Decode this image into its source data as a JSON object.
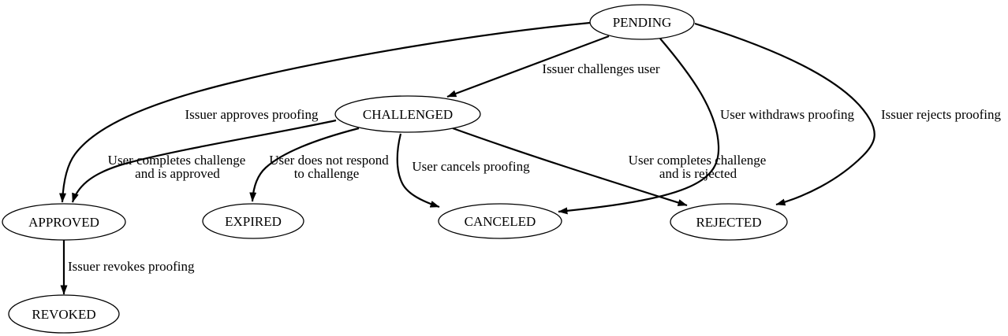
{
  "diagram": {
    "type": "state-machine",
    "background_color": "#ffffff",
    "line_color": "#000000",
    "text_color": "#000000",
    "nodes": {
      "pending": {
        "label": "PENDING"
      },
      "challenged": {
        "label": "CHALLENGED"
      },
      "approved": {
        "label": "APPROVED"
      },
      "expired": {
        "label": "EXPIRED"
      },
      "canceled": {
        "label": "CANCELED"
      },
      "rejected": {
        "label": "REJECTED"
      },
      "revoked": {
        "label": "REVOKED"
      }
    },
    "edges": {
      "pending_to_challenged": {
        "from": "PENDING",
        "to": "CHALLENGED",
        "label": "Issuer challenges user"
      },
      "pending_to_approved": {
        "from": "PENDING",
        "to": "APPROVED",
        "label": "Issuer approves proofing"
      },
      "pending_to_canceled": {
        "from": "PENDING",
        "to": "CANCELED",
        "label": "User withdraws proofing"
      },
      "pending_to_rejected": {
        "from": "PENDING",
        "to": "REJECTED",
        "label": "Issuer rejects proofing"
      },
      "challenged_to_approved": {
        "from": "CHALLENGED",
        "to": "APPROVED",
        "label_line1": "User completes challenge",
        "label_line2": "and is approved"
      },
      "challenged_to_expired": {
        "from": "CHALLENGED",
        "to": "EXPIRED",
        "label_line1": "User does not respond",
        "label_line2": "to challenge"
      },
      "challenged_to_canceled": {
        "from": "CHALLENGED",
        "to": "CANCELED",
        "label": "User cancels proofing"
      },
      "challenged_to_rejected": {
        "from": "CHALLENGED",
        "to": "REJECTED",
        "label_line1": "User completes challenge",
        "label_line2": "and is rejected"
      },
      "approved_to_revoked": {
        "from": "APPROVED",
        "to": "REVOKED",
        "label": "Issuer revokes proofing"
      }
    }
  }
}
